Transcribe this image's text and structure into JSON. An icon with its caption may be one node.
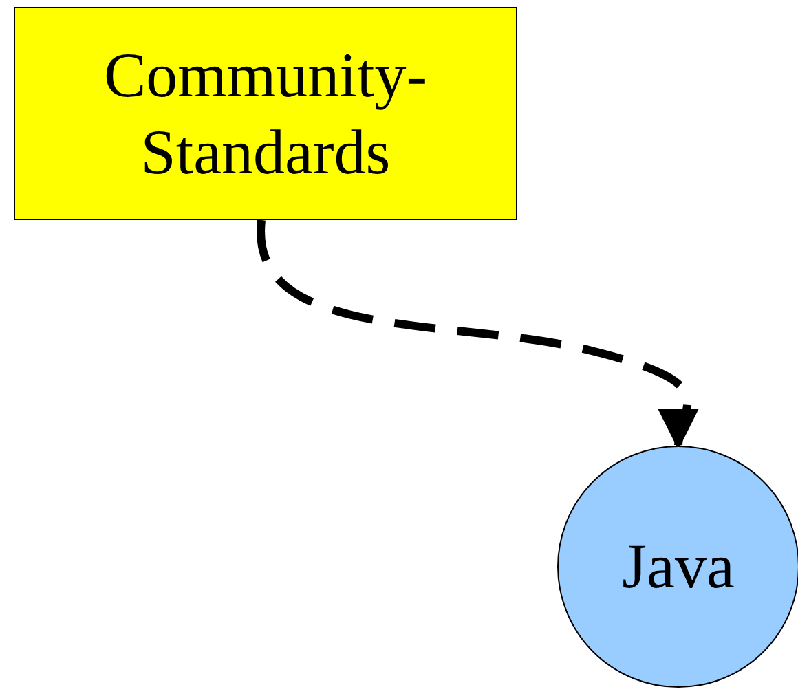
{
  "diagram": {
    "nodes": [
      {
        "text": [
          "Community- Standards"
        ]
      },
      {
        "text": [
          "Java"
        ]
      }
    ],
    "edges": [
      {
        "from": 0,
        "to": 1,
        "arrow": "to",
        "style": "dashed"
      }
    ]
  }
}
